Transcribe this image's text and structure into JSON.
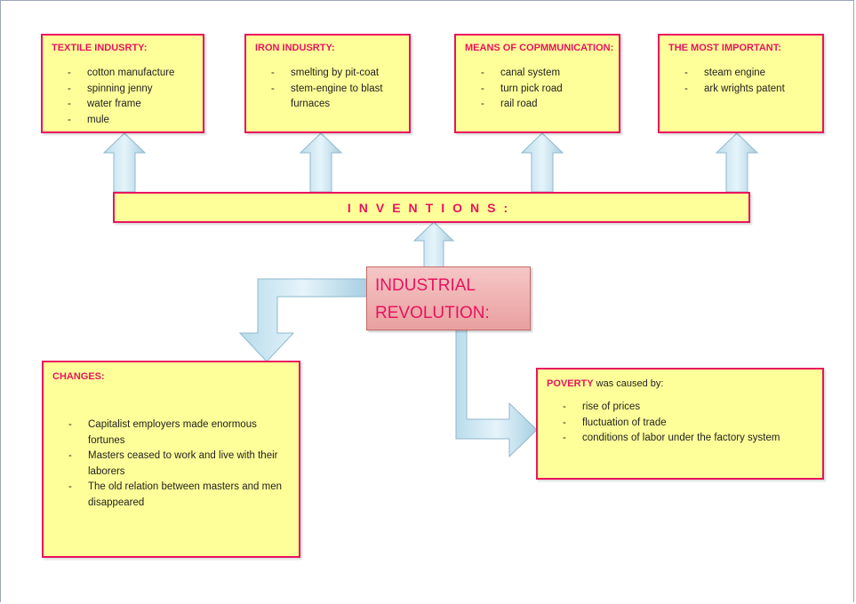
{
  "textile": {
    "title": "TEXTILE INDUSRTY:",
    "items": [
      "cotton manufacture",
      "spinning jenny",
      "water frame",
      "mule"
    ]
  },
  "iron": {
    "title": "IRON INDUSRTY:",
    "items": [
      "smelting by pit-coat",
      "stem-engine to blast furnaces"
    ]
  },
  "communication": {
    "title": "MEANS OF COPMMUNICATION:",
    "items": [
      "canal system",
      "turn pick road",
      "rail road"
    ]
  },
  "important": {
    "title": "THE MOST IMPORTANT:",
    "items": [
      "steam engine",
      "ark wrights patent"
    ]
  },
  "inventions": {
    "label": "INVENTIONS:"
  },
  "industrial": {
    "line1": "INDUSTRIAL",
    "line2": "REVOLUTION:"
  },
  "changes": {
    "title": "CHANGES:",
    "items": [
      "Capitalist employers made enormous fortunes",
      "Masters ceased to work and live with their laborers",
      "The old relation between masters and men disappeared"
    ]
  },
  "poverty": {
    "title_highlight": "POVERTY",
    "title_rest": " was caused by:",
    "items": [
      "rise of prices",
      "fluctuation of trade",
      "conditions of labor under the factory system"
    ]
  },
  "colors": {
    "accent": "#e8135e",
    "box_fill": "#ffff99",
    "arrow": "#c9e6f2"
  }
}
